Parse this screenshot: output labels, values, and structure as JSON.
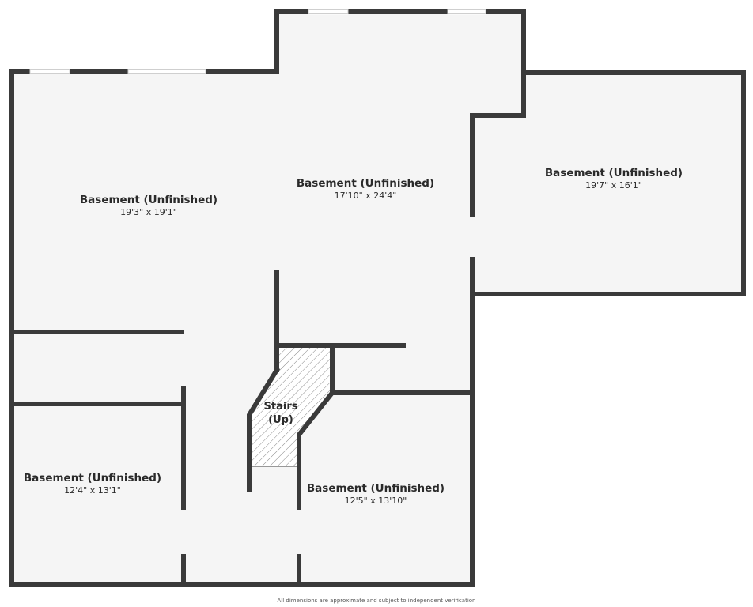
{
  "rooms": [
    {
      "id": "west",
      "name": "Basement (Unfinished)",
      "dimensions": "19'3\" x 19'1\""
    },
    {
      "id": "center",
      "name": "Basement (Unfinished)",
      "dimensions": "17'10\" x 24'4\""
    },
    {
      "id": "east",
      "name": "Basement (Unfinished)",
      "dimensions": "19'7\" x 16'1\""
    },
    {
      "id": "southwest",
      "name": "Basement (Unfinished)",
      "dimensions": "12'4\" x 13'1\""
    },
    {
      "id": "south",
      "name": "Basement (Unfinished)",
      "dimensions": "12'5\" x 13'10\""
    }
  ],
  "stairs": {
    "line1": "Stairs",
    "line2": "(Up)"
  },
  "footnote": "All dimensions are approximate and subject to independent verification",
  "colors": {
    "wall": "#3a3a3a",
    "floor": "#f5f5f5",
    "background": "#ffffff"
  }
}
